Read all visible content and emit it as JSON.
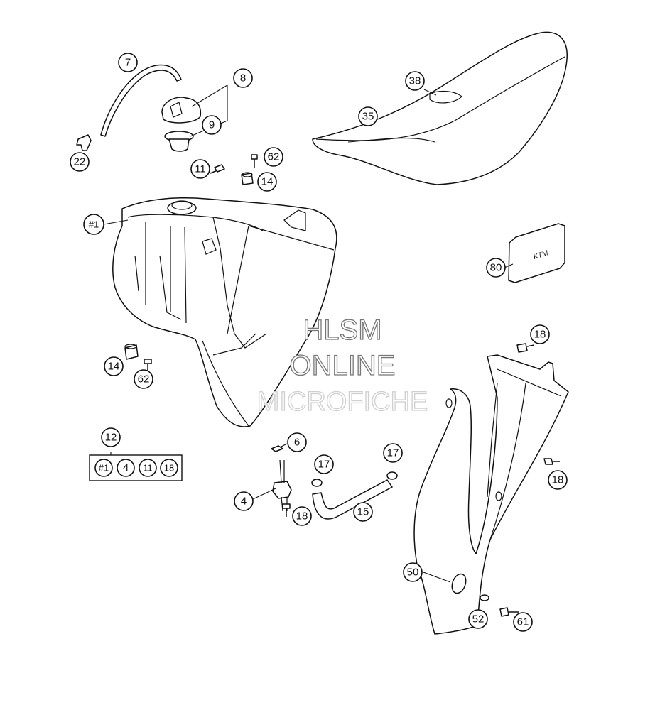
{
  "watermark": {
    "line1": "HLSM",
    "line2": "ONLINE",
    "line3": "MICROFICHE"
  },
  "callouts": {
    "c7": "7",
    "c8": "8",
    "c9": "9",
    "c22": "22",
    "c11": "11",
    "c62a": "62",
    "c14a": "14",
    "c1": "#1",
    "c14b": "14",
    "c62b": "62",
    "c12": "12",
    "kit_1": "#1",
    "kit_4": "4",
    "kit_11": "11",
    "kit_18": "18",
    "c6": "6",
    "c17a": "17",
    "c17b": "17",
    "c4": "4",
    "c18a": "18",
    "c15": "15",
    "c38": "38",
    "c35": "35",
    "c80": "80",
    "c18b": "18",
    "c18c": "18",
    "c50": "50",
    "c52": "52",
    "c61": "61"
  },
  "icons": {
    "fuel_tank": "fuel-tank-icon",
    "seat": "seat-icon",
    "side_cover": "side-cover-icon",
    "emblem": "emblem-icon"
  }
}
